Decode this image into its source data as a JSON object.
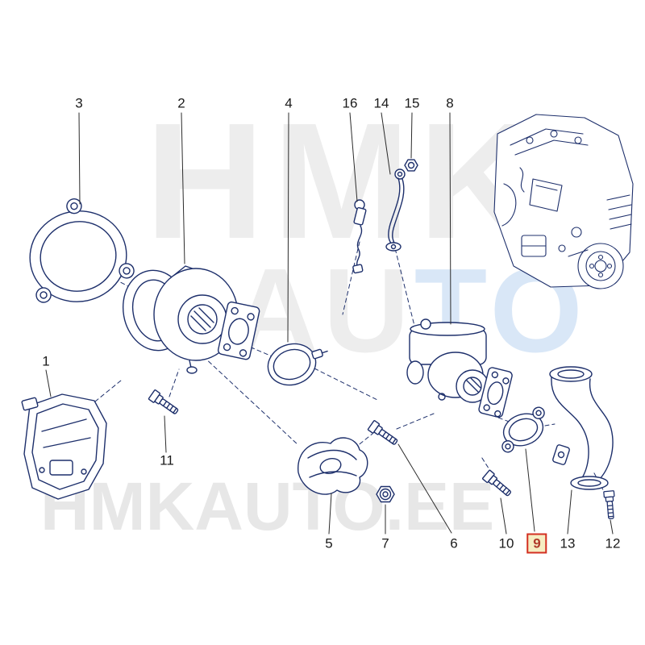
{
  "diagram": {
    "line_color": "#1d2f6b",
    "leader_color": "#2b2b2b",
    "highlight": {
      "number": "9",
      "border_color": "#d32f22",
      "background": "#f6edc2"
    }
  },
  "watermark": {
    "line1": "HMK",
    "line2_left": "AU",
    "line2_right": "TO",
    "bottom": "HMKAUTO.EE"
  },
  "callouts": [
    {
      "number": "3"
    },
    {
      "number": "2"
    },
    {
      "number": "4"
    },
    {
      "number": "16"
    },
    {
      "number": "14"
    },
    {
      "number": "15"
    },
    {
      "number": "8"
    },
    {
      "number": "1"
    },
    {
      "number": "11"
    },
    {
      "number": "5"
    },
    {
      "number": "7"
    },
    {
      "number": "6"
    },
    {
      "number": "10"
    },
    {
      "number": "9"
    },
    {
      "number": "13"
    },
    {
      "number": "12"
    }
  ]
}
